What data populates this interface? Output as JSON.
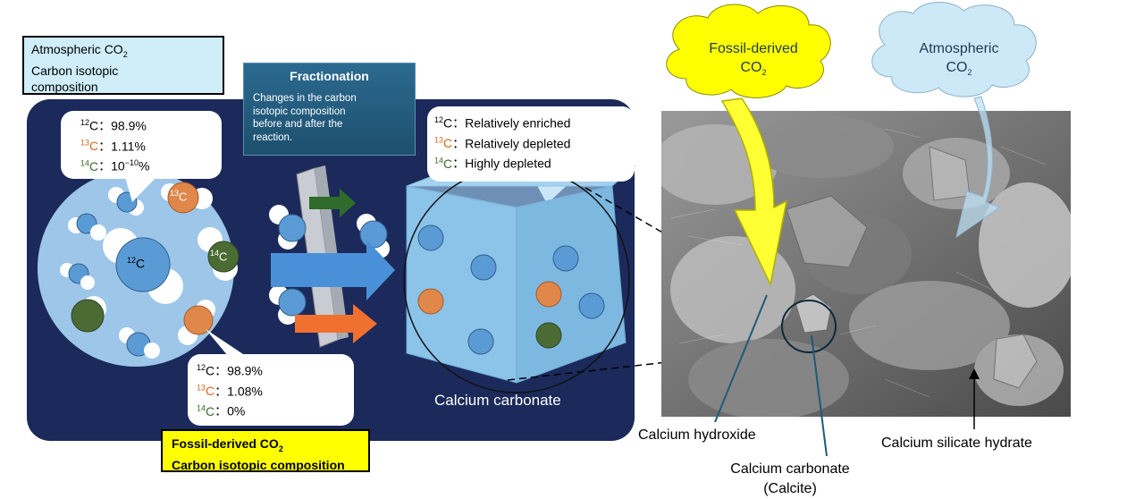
{
  "atmospheric_box": {
    "line1": "Atmospheric CO",
    "line1_sub": "2",
    "line2": "Carbon isotopic",
    "line3": "composition"
  },
  "fossil_box": {
    "line1": "Fossil-derived CO",
    "line1_sub": "2",
    "line2": "Carbon isotopic composition"
  },
  "fractionation": {
    "title": "Fractionation",
    "body_line1": "Changes in the carbon",
    "body_line2": "isotopic composition",
    "body_line3": "before and after the",
    "body_line4": "reaction."
  },
  "atm_isotopes": {
    "c12_mass": "12",
    "c12_sym": "C",
    "c12_value": "：98.9%",
    "c13_mass": "13",
    "c13_sym": "C",
    "c13_value": "：1.11%",
    "c14_mass": "14",
    "c14_sym": "C",
    "c14_value": "：10",
    "c14_exp": "−10",
    "c14_unit": "%"
  },
  "fossil_isotopes": {
    "c12_mass": "12",
    "c12_sym": "C",
    "c12_value": "：98.9%",
    "c13_mass": "13",
    "c13_sym": "C",
    "c13_value": "：1.08%",
    "c14_mass": "14",
    "c14_sym": "C",
    "c14_value": "：0%"
  },
  "carbonate_isotopes": {
    "c12_mass": "12",
    "c12_sym": "C",
    "c12_value": "：Relatively enriched",
    "c13_mass": "13",
    "c13_sym": "C",
    "c13_value": "：Relatively depleted",
    "c14_mass": "14",
    "c14_sym": "C",
    "c14_value": "：Highly depleted"
  },
  "particle_labels": {
    "c12_mass": "12",
    "c12_sym": "C",
    "c13_mass": "13",
    "c13_sym": "C",
    "c14_mass": "14",
    "c14_sym": "C"
  },
  "calcium_carbonate_label": "Calcium carbonate",
  "clouds": {
    "fossil_line1": "Fossil-derived",
    "fossil_line2": "CO",
    "fossil_sub": "2",
    "atm_line1": "Atmospheric",
    "atm_line2": "CO",
    "atm_sub": "2"
  },
  "sem_labels": {
    "calcium_hydroxide": "Calcium hydroxide",
    "calcium_silicate_hydrate": "Calcium silicate hydrate",
    "calcite_line1": "Calcium carbonate",
    "calcite_line2": "(Calcite)"
  },
  "colors": {
    "panel_navy": "#1b2a5a",
    "c12_blue": "#5b9bd5",
    "c13_orange": "#e0874a",
    "c14_green": "#4b6b34",
    "cloud_yellow": "#ffff00",
    "cloud_blue": "#cde8f6"
  }
}
